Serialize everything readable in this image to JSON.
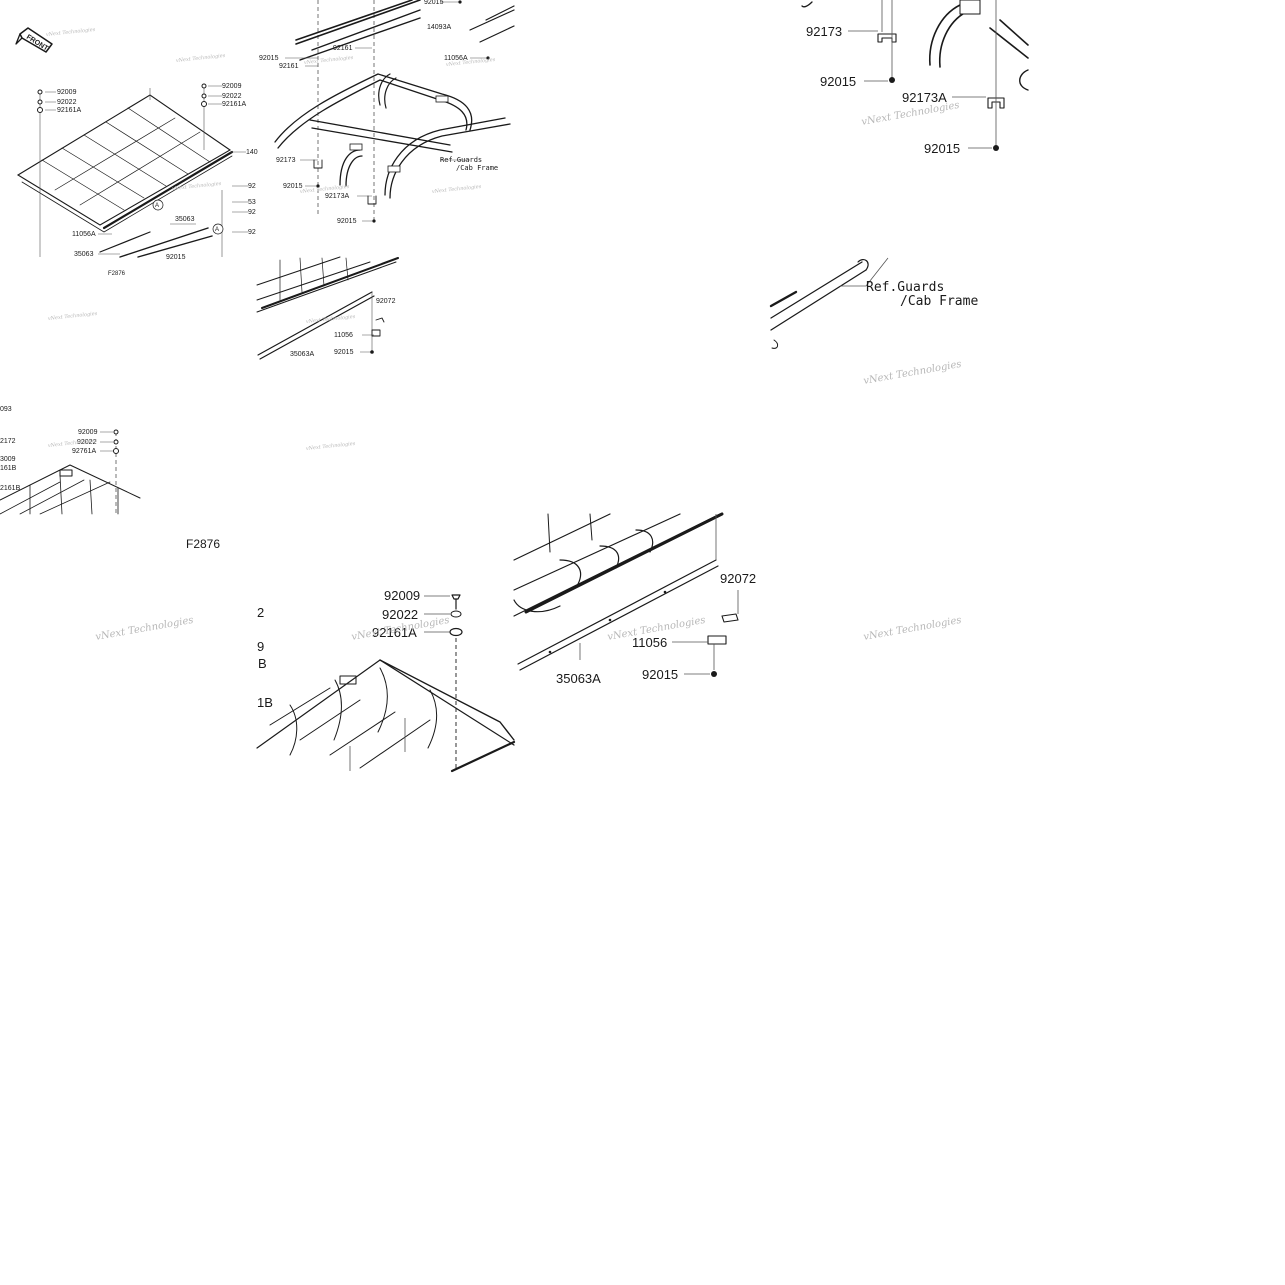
{
  "watermark": "vNext Technologies",
  "front_label": "FRONT",
  "figure_code": "F2876",
  "reference": {
    "line1": "Ref.Guards",
    "line2": "/Cab Frame"
  },
  "tile1": {
    "labels": [
      "92009",
      "92022",
      "92161A",
      "92009",
      "92022",
      "92161A",
      "140",
      "92",
      "53",
      "92",
      "92",
      "35063",
      "11056A",
      "35063",
      "92015",
      "F2876"
    ]
  },
  "tile2": {
    "labels": [
      "92015",
      "14093A",
      "92161",
      "92015",
      "92161",
      "11056A",
      "92173",
      "92015",
      "92173A",
      "92015",
      "Ref.Guards",
      "/Cab Frame"
    ]
  },
  "tile3": {
    "labels": [
      "92173",
      "92015",
      "92173A",
      "92015"
    ]
  },
  "tile4": {
    "labels": [
      "92072",
      "11056",
      "92015",
      "35063A"
    ]
  },
  "tile5": {
    "labels": [
      "093",
      "92009",
      "2172",
      "92022",
      "92761A",
      "3009",
      "161B",
      "2161B"
    ]
  },
  "tile6": {
    "labels": [
      "92009",
      "92022",
      "92161A",
      "2",
      "9",
      "B",
      "1B"
    ]
  },
  "tile7": {
    "labels": [
      "92072",
      "11056",
      "35063A",
      "92015"
    ]
  }
}
